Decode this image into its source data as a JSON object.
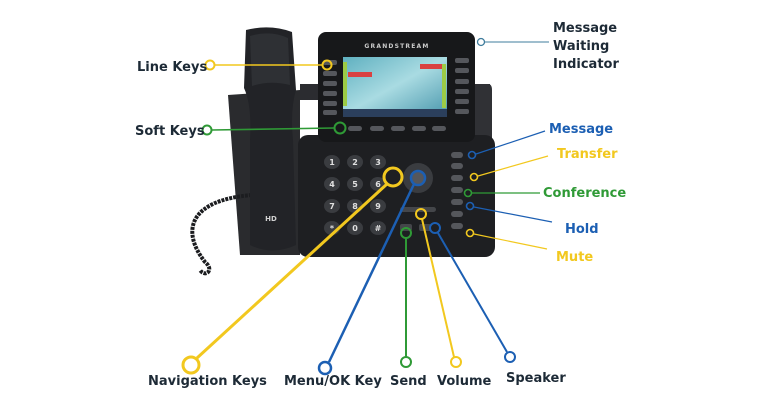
{
  "phone": {
    "brand": "GRANDSTREAM",
    "handset_badge": "HD"
  },
  "labels": {
    "line_keys": "Line Keys",
    "soft_keys": "Soft Keys",
    "mwi_line1": "Message",
    "mwi_line2": "Waiting",
    "mwi_line3": "Indicator",
    "message": "Message",
    "transfer": "Transfer",
    "conference": "Conference",
    "hold": "Hold",
    "mute": "Mute",
    "navigation_keys": "Navigation Keys",
    "menu_ok_key": "Menu/OK Key",
    "send": "Send",
    "volume": "Volume",
    "speaker": "Speaker"
  },
  "keypad": [
    "1",
    "2",
    "3",
    "4",
    "5",
    "6",
    "7",
    "8",
    "9",
    "*",
    "0",
    "#"
  ],
  "colors": {
    "yellow": "#f2c81f",
    "blue": "#1c5fb3",
    "green": "#2f9a36",
    "dark": "#1d2a36",
    "phone": "#1e1f22"
  }
}
